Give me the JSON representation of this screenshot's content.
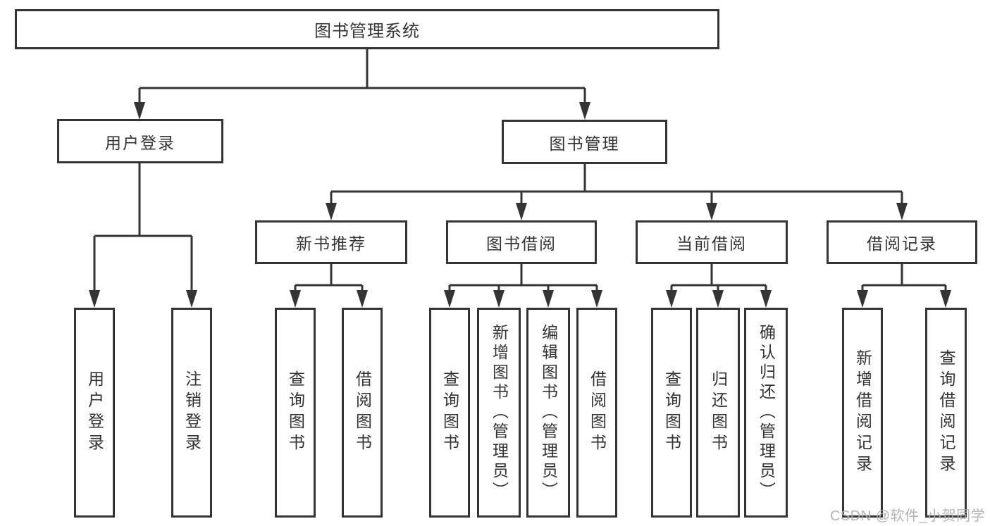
{
  "diagram": {
    "title": "图书管理系统",
    "level2": [
      {
        "label": "用户登录"
      },
      {
        "label": "图书管理"
      }
    ],
    "level3": [
      {
        "label": "新书推荐",
        "parent": "图书管理"
      },
      {
        "label": "图书借阅",
        "parent": "图书管理"
      },
      {
        "label": "当前借阅",
        "parent": "图书管理"
      },
      {
        "label": "借阅记录",
        "parent": "图书管理"
      }
    ],
    "leaves": [
      {
        "label": "用户登录",
        "parent": "用户登录"
      },
      {
        "label": "注销登录",
        "parent": "用户登录"
      },
      {
        "label": "查询图书",
        "parent": "新书推荐"
      },
      {
        "label": "借阅图书",
        "parent": "新书推荐"
      },
      {
        "label": "查询图书",
        "parent": "图书借阅"
      },
      {
        "label": "新增图书（管理员）",
        "parent": "图书借阅"
      },
      {
        "label": "编辑图书（管理员）",
        "parent": "图书借阅"
      },
      {
        "label": "借阅图书",
        "parent": "图书借阅"
      },
      {
        "label": "查询图书",
        "parent": "当前借阅"
      },
      {
        "label": "归还图书",
        "parent": "当前借阅"
      },
      {
        "label": "确认归还（管理员）",
        "parent": "当前借阅"
      },
      {
        "label": "新增借阅记录",
        "parent": "借阅记录"
      },
      {
        "label": "查询借阅记录",
        "parent": "借阅记录"
      }
    ],
    "colors": {
      "line": "#343434",
      "text": "#333333",
      "background": "#ffffff",
      "watermark": "#b0b0b0"
    }
  },
  "watermark": {
    "text": "CSDN @软件_小贺同学"
  }
}
